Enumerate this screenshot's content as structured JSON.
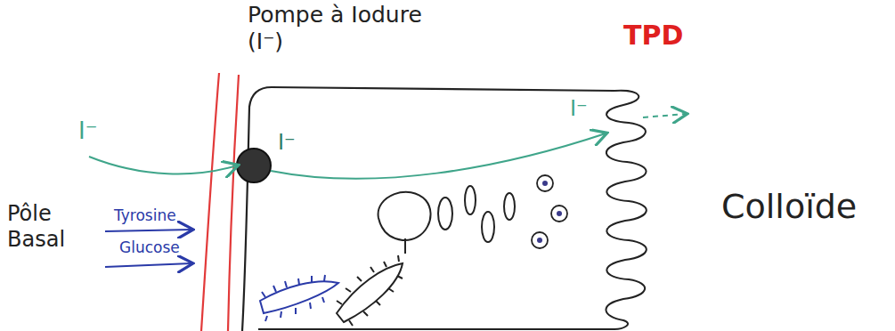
{
  "diagram": {
    "labels": [
      "Pompe à Iodure (I⁻)",
      "TPD",
      "Pôle Basal",
      "Colloïde",
      "I⁻",
      "I⁻",
      "I⁻",
      "Tyrosine",
      "Glucose"
    ]
  }
}
